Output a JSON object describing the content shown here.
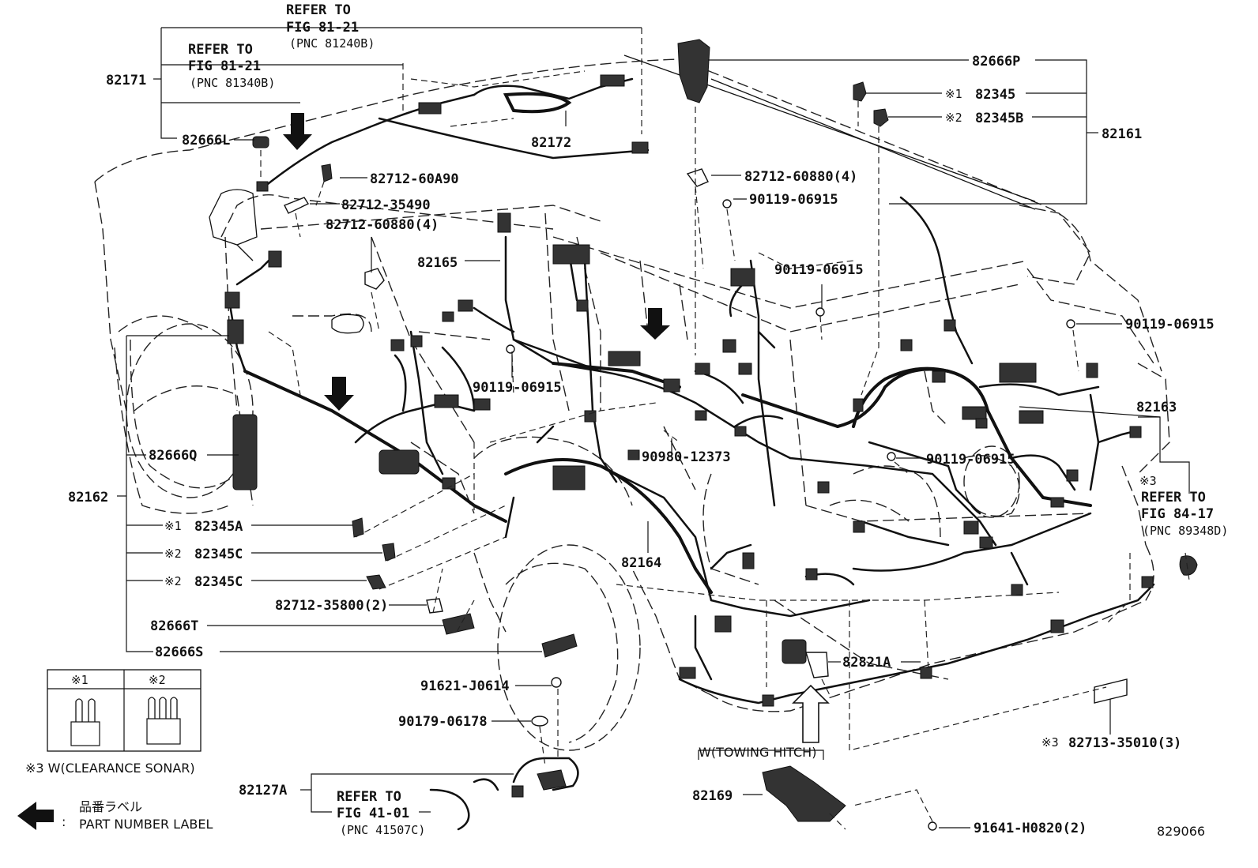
{
  "diagram_id": "829066",
  "legend": {
    "col1": "※1",
    "col2": "※2",
    "note3": "※3 W(CLEARANCE SONAR)",
    "arrow_jp": "品番ラベル",
    "arrow_en": "PART NUMBER LABEL",
    "colon": ":"
  },
  "labels": {
    "refer1_a": "REFER TO",
    "refer1_b": "FIG 81-21",
    "refer1_c": "(PNC 81240B)",
    "refer2_a": "REFER TO",
    "refer2_b": "FIG 81-21",
    "refer2_c": "(PNC 81340B)",
    "refer3_a": "REFER TO",
    "refer3_b": "FIG 84-17",
    "refer3_c": "(PNC 89348D)",
    "refer3_mark": "※3",
    "refer4_a": "REFER TO",
    "refer4_b": "FIG 41-01",
    "refer4_c": "(PNC 41507C)",
    "p82171": "82171",
    "p82666L": "82666L",
    "p82172": "82172",
    "p82712_60A90": "82712-60A90",
    "p82712_35490": "82712-35490",
    "p82712_60880_4a": "82712-60880(4)",
    "p82165": "82165",
    "p82666P": "82666P",
    "m1": "※1",
    "p82345": "82345",
    "m2": "※2",
    "p82345B": "82345B",
    "p82161": "82161",
    "p82712_60880_4b": "82712-60880(4)",
    "p90119_a": "90119-06915",
    "p90119_b": "90119-06915",
    "p90119_c": "90119-06915",
    "p90119_d": "90119-06915",
    "p90119_e": "90119-06915",
    "p82163": "82163",
    "p90980": "90980-12373",
    "p82162": "82162",
    "p82666Q": "82666Q",
    "m3": "※1",
    "p82345A": "82345A",
    "m4": "※2",
    "p82345C_a": "82345C",
    "m5": "※2",
    "p82345C_b": "82345C",
    "p82712_35800": "82712-35800(2)",
    "p82666T": "82666T",
    "p82666S": "82666S",
    "p82164": "82164",
    "p82821A": "82821A",
    "p91621": "91621-J0614",
    "p90179": "90179-06178",
    "p82127A": "82127A",
    "towing": "W(TOWING HITCH)",
    "p82169": "82169",
    "p91641": "91641-H0820(2)",
    "m6": "※3",
    "p82713": "82713-35010(3)"
  }
}
